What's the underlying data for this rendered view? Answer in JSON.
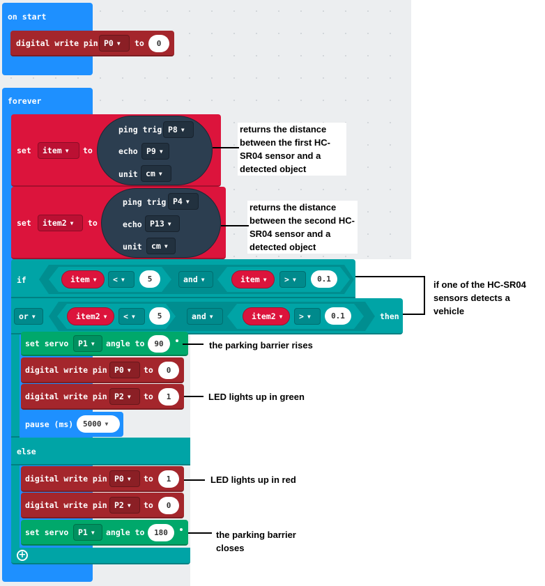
{
  "on_start": {
    "hat_label": "on start",
    "digital_write": {
      "label": "digital write pin",
      "pin": "P0",
      "to": "to",
      "value": "0"
    }
  },
  "forever": {
    "hat_label": "forever",
    "set1": {
      "set": "set",
      "var": "item",
      "to": "to",
      "ping": "ping trig",
      "trig_pin": "P8",
      "echo": "echo",
      "echo_pin": "P9",
      "unit": "unit",
      "unit_val": "cm"
    },
    "set2": {
      "set": "set",
      "var": "item2",
      "to": "to",
      "ping": "ping trig",
      "trig_pin": "P4",
      "echo": "echo",
      "echo_pin": "P13",
      "unit": "unit",
      "unit_val": "cm"
    },
    "if_block": {
      "if": "if",
      "row1": {
        "var_a": "item",
        "op_a": "<",
        "val_a": "5",
        "and": "and",
        "var_b": "item",
        "op_b": ">",
        "val_b": "0.1"
      },
      "or": "or",
      "row2": {
        "var_a": "item2",
        "op_a": "<",
        "val_a": "5",
        "and": "and",
        "var_b": "item2",
        "op_b": ">",
        "val_b": "0.1"
      },
      "then": "then",
      "then_body": {
        "servo": {
          "label": "set servo",
          "pin": "P1",
          "angle": "angle to",
          "value": "90"
        },
        "dw1": {
          "label": "digital write pin",
          "pin": "P0",
          "to": "to",
          "value": "0"
        },
        "dw2": {
          "label": "digital write pin",
          "pin": "P2",
          "to": "to",
          "value": "1"
        },
        "pause": {
          "label": "pause (ms)",
          "value": "5000"
        }
      },
      "else": "else",
      "else_body": {
        "dw1": {
          "label": "digital write pin",
          "pin": "P0",
          "to": "to",
          "value": "1"
        },
        "dw2": {
          "label": "digital write pin",
          "pin": "P2",
          "to": "to",
          "value": "0"
        },
        "servo": {
          "label": "set servo",
          "pin": "P1",
          "angle": "angle to",
          "value": "180"
        }
      }
    }
  },
  "notes": {
    "n1": "returns the distance between the first HC-SR04 sensor and a detected object",
    "n2": "returns the distance between the second HC-SR04 sensor and a detected object",
    "n3": "if one of the HC-SR04 sensors detects a vehicle",
    "n4": "the parking barrier rises",
    "n5": "LED lights up in green",
    "n6": "LED lights up in red",
    "n7": "the parking barrier closes"
  },
  "colors": {
    "event_blue": "#1e90ff",
    "pins_red": "#a4262c",
    "variables_red": "#dc143c",
    "sonar_dark": "#2c3e50",
    "logic_teal": "#00a4a6",
    "servo_green": "#00a86b"
  }
}
